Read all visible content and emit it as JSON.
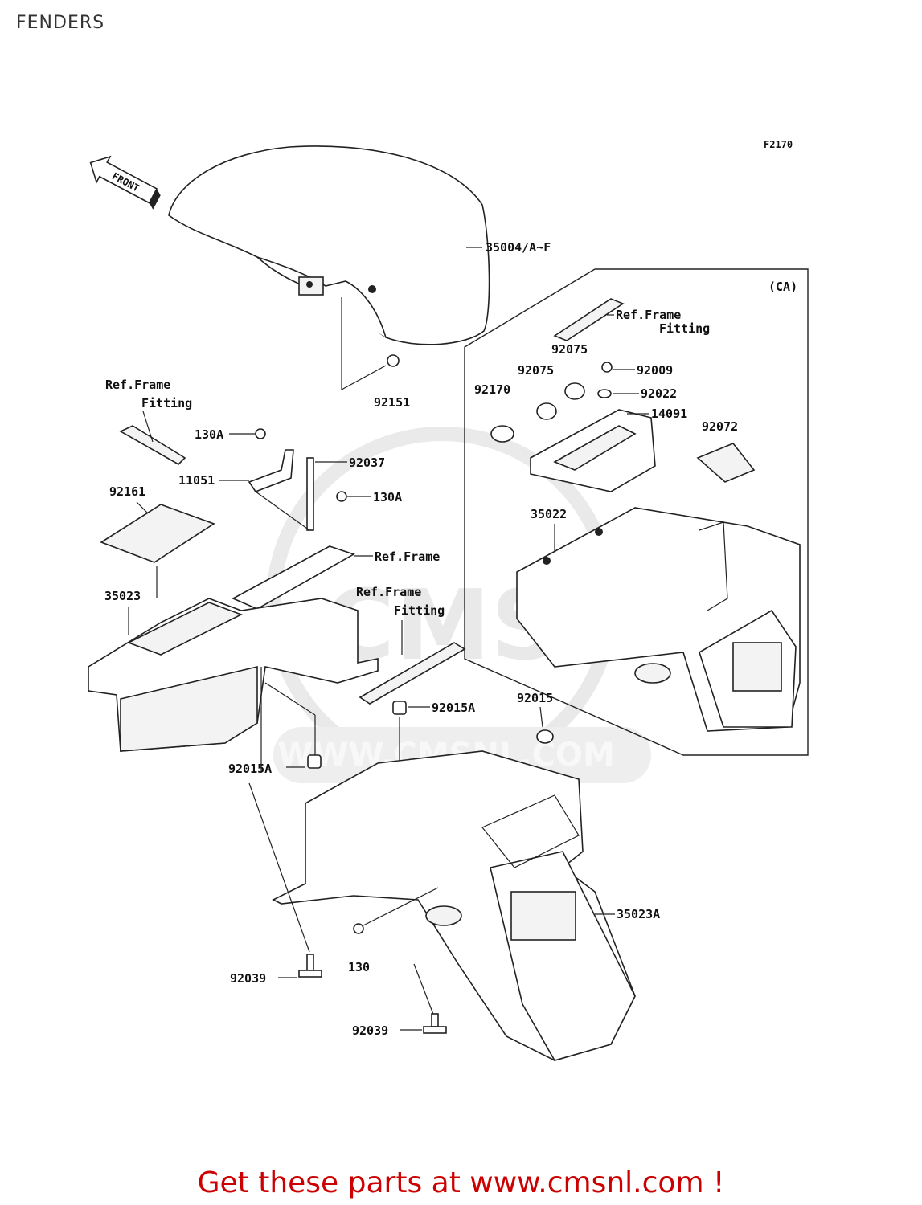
{
  "page": {
    "title": "FENDERS"
  },
  "diagram": {
    "code": "F2170",
    "front_arrow": "FRONT",
    "ca_box_label": "(CA)",
    "watermark": "WWW.CMSNL.COM",
    "parts": {
      "p35004": "35004/A~F",
      "p92151": "92151",
      "p92009": "92009",
      "p92075a": "92075",
      "p92075b": "92075",
      "p92022": "92022",
      "p92170": "92170",
      "p14091": "14091",
      "p92072": "92072",
      "p35022": "35022",
      "p130a_1": "130A",
      "p130a_2": "130A",
      "p92037": "92037",
      "p11051": "11051",
      "p92161": "92161",
      "p35023": "35023",
      "p92015a_1": "92015A",
      "p92015a_2": "92015A",
      "p92015": "92015",
      "p35023a": "35023A",
      "p130": "130",
      "p92039a": "92039",
      "p92039b": "92039"
    },
    "refs": {
      "ref_ca_1": "Ref.Frame",
      "ref_ca_2": "Fitting",
      "ref_left_1": "Ref.Frame",
      "ref_left_2": "Fitting",
      "ref_mid": "Ref.Frame",
      "ref_mid2_1": "Ref.Frame",
      "ref_mid2_2": "Fitting"
    }
  },
  "footer": {
    "text": "Get these parts at www.cmsnl.com !"
  }
}
